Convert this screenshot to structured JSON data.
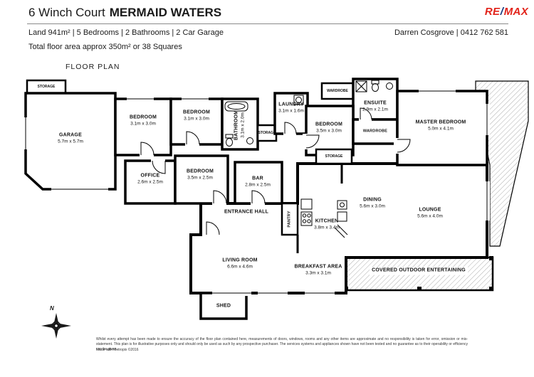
{
  "header": {
    "address": "6 Winch Court",
    "suburb": "MERMAID WATERS",
    "logo_re": "RE",
    "logo_slash": "/",
    "logo_max": "MAX",
    "summary": "Land 941m² | 5 Bedrooms | 2 Bathrooms | 2 Car Garage",
    "agent": "Darren Cosgrove | 0412 762 581",
    "total_area": "Total floor area approx 350m² or 38 Squares",
    "plan_title": "FLOOR PLAN"
  },
  "colors": {
    "remax_red": "#e2231a",
    "remax_blue": "#14377d",
    "walls": "#000000"
  },
  "rooms": {
    "storage_top_left": {
      "name": "STORAGE"
    },
    "garage": {
      "name": "GARAGE",
      "dims": "5.7m x 5.7m"
    },
    "bedroom1": {
      "name": "BEDROOM",
      "dims": "3.1m x 3.0m"
    },
    "bedroom2": {
      "name": "BEDROOM",
      "dims": "3.1m x 3.0m"
    },
    "bathroom": {
      "name": "BATHROOM",
      "dims": "3.1m x 2.0m"
    },
    "storage_hall": {
      "name": "STORAGE"
    },
    "laundry": {
      "name": "LAUNDRY",
      "dims": "3.1m x 1.6m"
    },
    "wardrobe_top": {
      "name": "WARDROBE"
    },
    "ensuite": {
      "name": "ENSUITE",
      "dims": "2.9m x 2.1m"
    },
    "bedroom3": {
      "name": "BEDROOM",
      "dims": "3.5m x 3.0m"
    },
    "wardrobe_master": {
      "name": "WARDROBE"
    },
    "master_bedroom": {
      "name": "MASTER BEDROOM",
      "dims": "5.0m x 4.1m"
    },
    "storage_mid": {
      "name": "STORAGE"
    },
    "office": {
      "name": "OFFICE",
      "dims": "2.6m x 2.5m"
    },
    "bedroom4": {
      "name": "BEDROOM",
      "dims": "3.5m x 2.5m"
    },
    "bar": {
      "name": "BAR",
      "dims": "2.8m x 2.5m"
    },
    "entrance_hall": {
      "name": "ENTRANCE HALL"
    },
    "pantry": {
      "name": "PANTRY"
    },
    "kitchen": {
      "name": "KITCHEN",
      "dims": "3.8m x 3.4m"
    },
    "dining": {
      "name": "DINING",
      "dims": "5.6m x 3.0m"
    },
    "lounge": {
      "name": "LOUNGE",
      "dims": "5.6m x 4.0m"
    },
    "living_room": {
      "name": "LIVING ROOM",
      "dims": "6.6m x 4.6m"
    },
    "breakfast": {
      "name": "BREAKFAST AREA",
      "dims": "3.3m x 3.1m"
    },
    "outdoor": {
      "name": "COVERED OUTDOOR ENTERTAINING"
    },
    "shed": {
      "name": "SHED"
    }
  },
  "compass": {
    "north": "N"
  },
  "footer": {
    "disclaimer": "Whilst every attempt has been made to ensure the accuracy of the floor plan contained here, measurements of doors, windows, rooms and any other items are approximate and no responsibility is taken for error, omission or mis-statement. This plan is for illustrative purposes only and should only be used as such by any prospective purchaser. The services systems and appliances shown have not been tested and no guarantee as to their operability or efficiency can be given.",
    "credit": "Made with Metropix ©2016"
  }
}
